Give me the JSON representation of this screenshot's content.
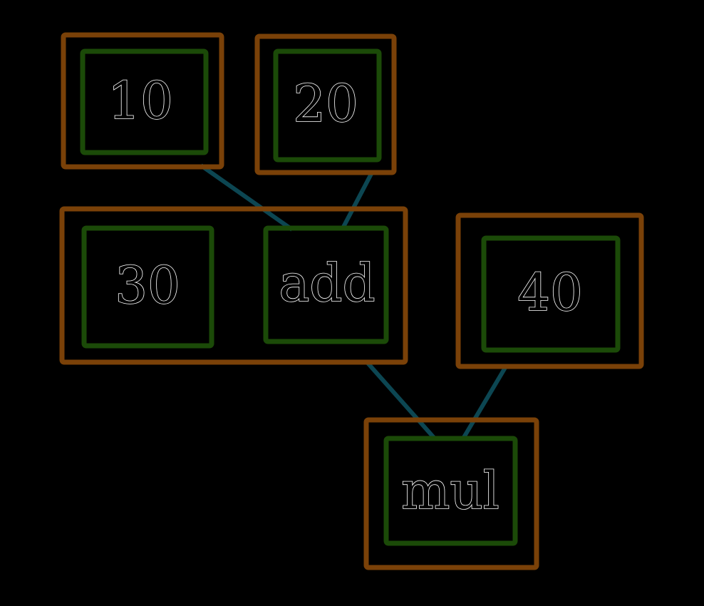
{
  "colors": {
    "background": "#000000",
    "outer_box": "#7a4108",
    "inner_box": "#1b4a08",
    "edge": "#0c4652",
    "text": "#ffffff"
  },
  "nodes": {
    "n10": {
      "label": "10"
    },
    "n20": {
      "label": "20"
    },
    "n30": {
      "label": "30"
    },
    "add": {
      "label": "add"
    },
    "n40": {
      "label": "40"
    },
    "mul": {
      "label": "mul"
    }
  },
  "edges": [
    {
      "from": "n10",
      "to": "add"
    },
    {
      "from": "n20",
      "to": "add"
    },
    {
      "from": "add",
      "to": "mul"
    },
    {
      "from": "n40",
      "to": "mul"
    }
  ]
}
